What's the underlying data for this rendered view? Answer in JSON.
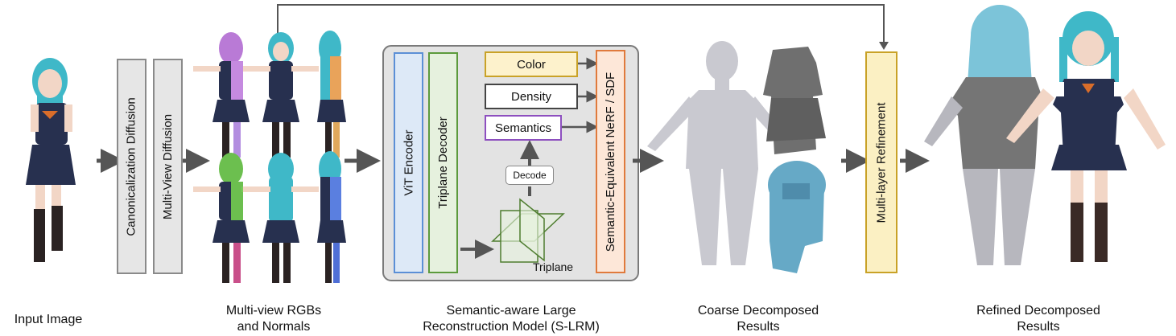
{
  "captions": {
    "input": "Input Image",
    "mv_line1": "Multi-view RGBs",
    "mv_line2": "and Normals",
    "slrm_line1": "Semantic-aware Large",
    "slrm_line2": "Reconstruction Model (S-LRM)",
    "coarse_line1": "Coarse Decomposed",
    "coarse_line2": "Results",
    "refined_line1": "Refined Decomposed",
    "refined_line2": "Results"
  },
  "blocks": {
    "canonicalization": "Canonicalization  Diffusion",
    "multiview": "Multi-View  Diffusion",
    "vit": "ViT Encoder",
    "triplane_decoder": "Triplane Decoder",
    "color": "Color",
    "density": "Density",
    "semantics": "Semantics",
    "decode": "Decode",
    "triplane": "Triplane",
    "nerf_sdf": "Semantic-Equivalent NeRF / SDF",
    "refinement": "Multi-layer Refinement"
  },
  "colors": {
    "hair": "#3fb8c8",
    "vest": "#27304f",
    "skin": "#f2d6c6",
    "mesh_body": "#c9c9d0",
    "mesh_cloth": "#6f6f6f",
    "mesh_hair": "#66a9c6",
    "vit_border": "#5b8fd6",
    "vit_fill": "#dde9f7",
    "triplane_border": "#5c9a3c",
    "triplane_fill": "#e6f1de",
    "color_border": "#c9a227",
    "color_fill": "#fdf2cc",
    "semantics_border": "#8d4fbf",
    "semantics_fill": "#ffffff",
    "nerf_border": "#e07a3c",
    "nerf_fill": "#fde7d8",
    "refine_border": "#c9a227",
    "refine_fill": "#fbf0c3",
    "grey_block": "#e6e6e6",
    "slrm_panel": "#e3e3e3",
    "arrow": "#555555"
  }
}
